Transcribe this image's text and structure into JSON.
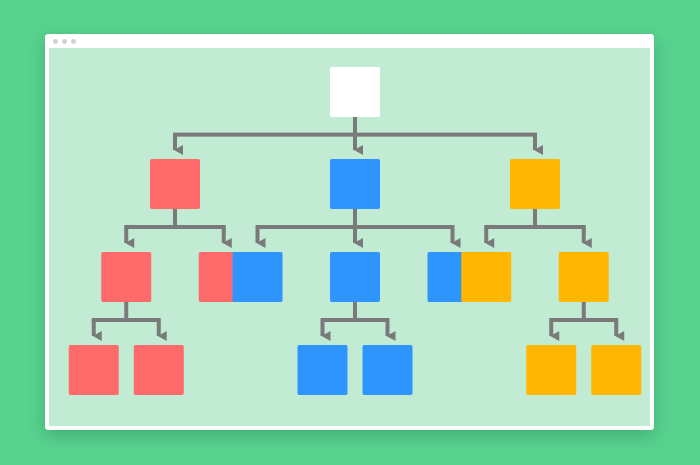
{
  "window": {
    "controls": [
      "window-control-icon",
      "window-control-icon",
      "window-control-icon"
    ]
  },
  "colors": {
    "background": "#58d38f",
    "canvas": "#c2ebd4",
    "connector": "#7a7a7a",
    "root": "#ffffff",
    "branch_red": "#ff6b6b",
    "branch_blue": "#2e95ff",
    "branch_yellow": "#ffb703"
  },
  "tree": {
    "color": "root",
    "children": [
      {
        "color": "branch_red",
        "children": [
          {
            "color": "branch_red",
            "children": [
              {
                "color": "branch_red",
                "children": []
              },
              {
                "color": "branch_red",
                "children": []
              }
            ]
          },
          {
            "color": "branch_red",
            "children": []
          }
        ]
      },
      {
        "color": "branch_blue",
        "children": [
          {
            "color": "branch_blue",
            "children": []
          },
          {
            "color": "branch_blue",
            "children": [
              {
                "color": "branch_blue",
                "children": []
              },
              {
                "color": "branch_blue",
                "children": []
              }
            ]
          },
          {
            "color": "branch_blue",
            "children": []
          }
        ]
      },
      {
        "color": "branch_yellow",
        "children": [
          {
            "color": "branch_yellow",
            "children": []
          },
          {
            "color": "branch_yellow",
            "children": [
              {
                "color": "branch_yellow",
                "children": []
              },
              {
                "color": "branch_yellow",
                "children": []
              }
            ]
          }
        ]
      }
    ]
  }
}
